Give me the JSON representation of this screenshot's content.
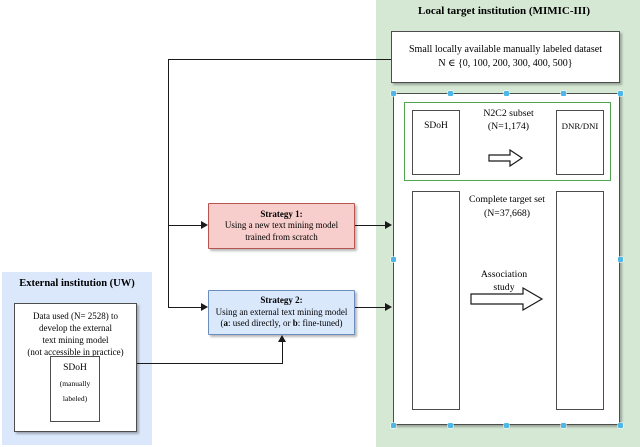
{
  "colors": {
    "target_panel_bg": "#d5e8d4",
    "external_panel_bg": "#dbe8fc",
    "strategy1_bg": "#f8cecc",
    "strategy1_border": "#b85450",
    "strategy2_bg": "#dae8fc",
    "strategy2_border": "#6c8ebf",
    "subset_group_border": "#4fa64f",
    "selection_handle": "#4db8e8",
    "connector": "#1a1a1a"
  },
  "target_panel": {
    "title": "Local target institution (MIMIC-III)",
    "small_dataset_box": {
      "line1": "Small locally available manually labeled dataset",
      "line2": "N ∈ {0, 100, 200, 300, 400, 500}"
    },
    "subset_group": {
      "left_box_label": "SDoH",
      "caption_line1": "N2C2 subset",
      "caption_line2": "(N=1,174)",
      "right_box_label": "DNR/DNI"
    },
    "complete_set": {
      "caption_line1": "Complete target set",
      "caption_line2": "(N=37,668)",
      "association_line1": "Association",
      "association_line2": "study"
    }
  },
  "external_panel": {
    "title": "External institution (UW)",
    "data_box": {
      "line1": "Data used (N= 2528) to",
      "line2": "develop the external",
      "line3": "text mining model",
      "line4": "(not accessible in practice)",
      "sdoh_label": "SDoH",
      "sdoh_sub1": "(manually",
      "sdoh_sub2": "labeled)"
    }
  },
  "strategies": {
    "strategy1": {
      "title": "Strategy 1:",
      "line1": "Using a new text mining model",
      "line2": "trained from scratch"
    },
    "strategy2": {
      "title": "Strategy 2:",
      "line1": "Using an external text mining model",
      "line2_open": "(",
      "line2_a": "a",
      "line2_mid": ": used directly, or ",
      "line2_b": "b",
      "line2_close": ": fine-tuned)"
    }
  }
}
